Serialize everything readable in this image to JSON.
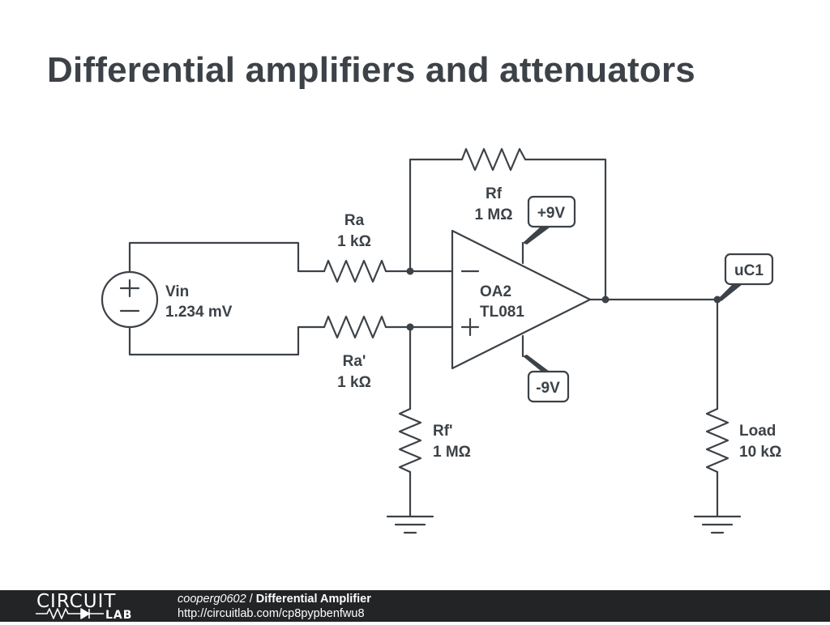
{
  "title": "Differential amplifiers and attenuators",
  "colors": {
    "ink": "#3c4247",
    "footer_bg": "#222426"
  },
  "components": {
    "vin": {
      "name": "Vin",
      "value": "1.234 mV"
    },
    "ra": {
      "name": "Ra",
      "value": "1 kΩ"
    },
    "ra2": {
      "name": "Ra'",
      "value": "1 kΩ"
    },
    "rf": {
      "name": "Rf",
      "value": "1 MΩ"
    },
    "rf2": {
      "name": "Rf'",
      "value": "1 MΩ"
    },
    "opamp": {
      "name": "OA2",
      "part": "TL081"
    },
    "load": {
      "name": "Load",
      "value": "10 kΩ"
    }
  },
  "flags": {
    "vplus": "+9V",
    "vminus": "-9V",
    "output": "uC1"
  },
  "footer": {
    "logo_top": "CIRCUIT",
    "logo_bottom": "LAB",
    "user": "cooperg0602",
    "separator": " / ",
    "project": "Differential Amplifier",
    "url": "http://circuitlab.com/cp8pypbenfwu8"
  }
}
